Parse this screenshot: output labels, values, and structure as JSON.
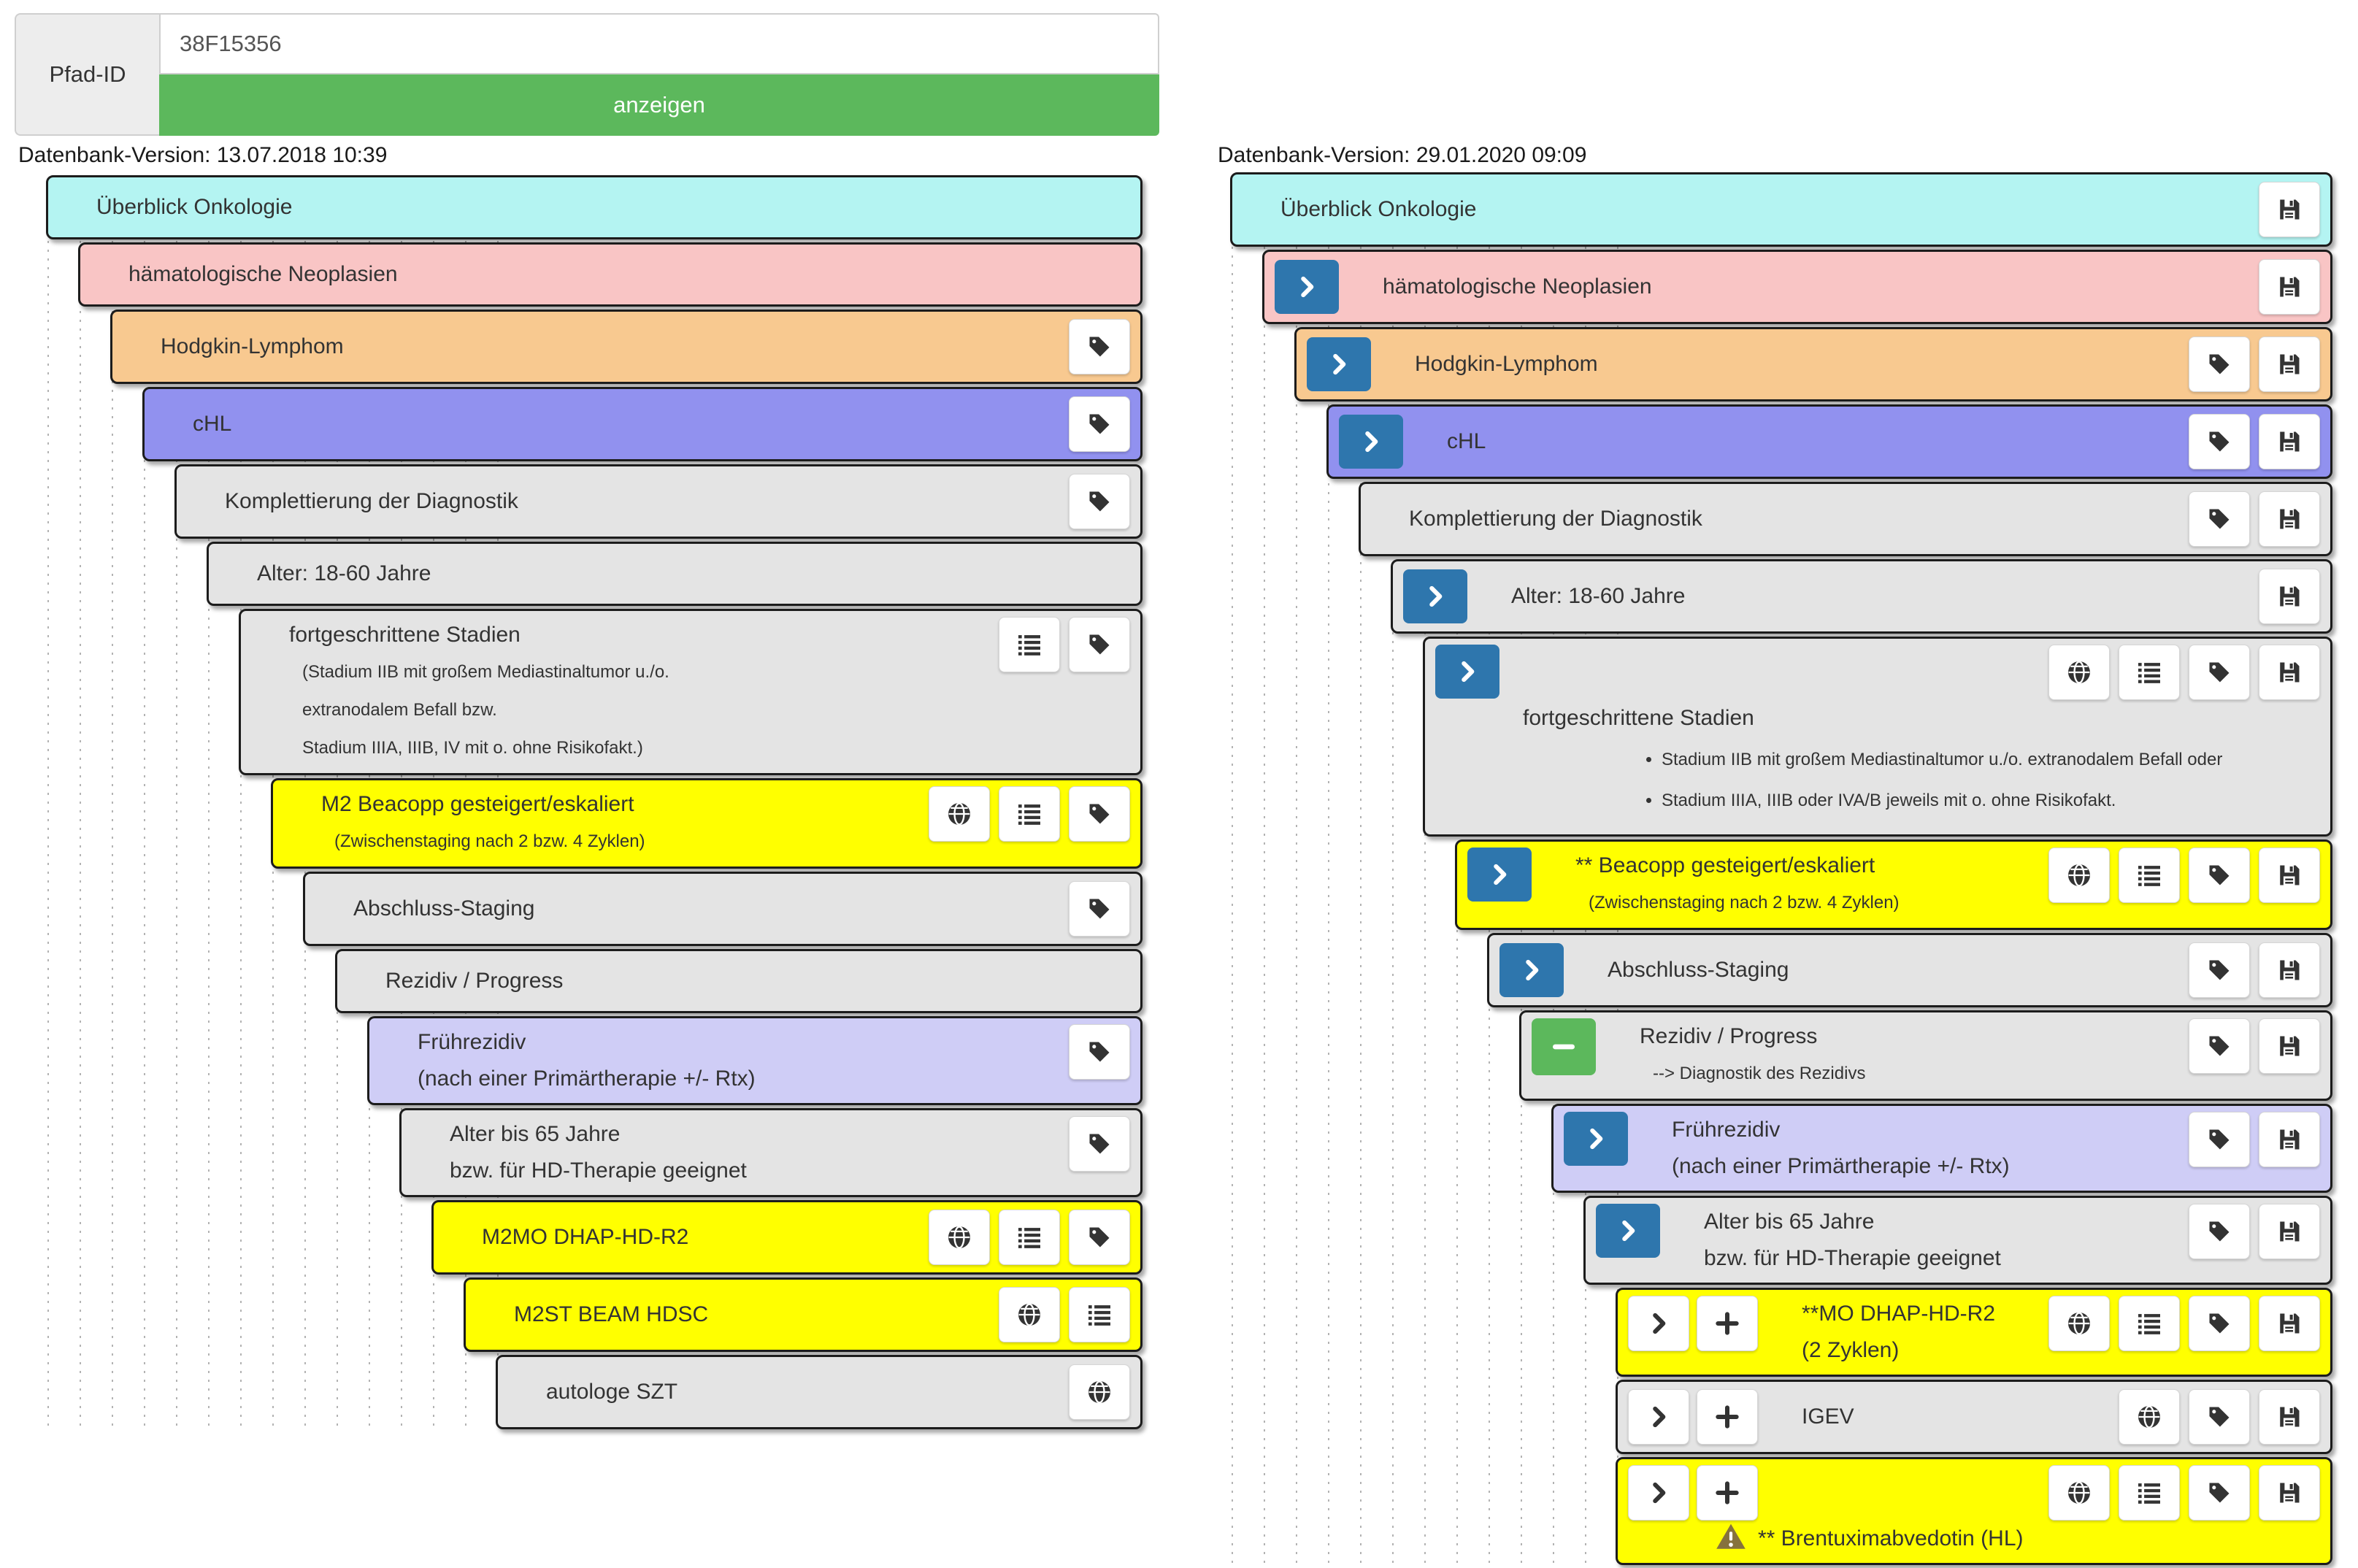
{
  "form": {
    "label": "Pfad-ID",
    "value": "38F15356",
    "button": "anzeigen"
  },
  "left_panel": {
    "version": "Datenbank-Version: 13.07.2018 10:39",
    "nodes": [
      {
        "level": 0,
        "color": "cyan",
        "title": "Überblick Onkologie"
      },
      {
        "level": 1,
        "color": "pink",
        "title": "hämatologische Neoplasien"
      },
      {
        "level": 2,
        "color": "orange",
        "title": "Hodgkin-Lymphom",
        "right_buttons": [
          "tag"
        ]
      },
      {
        "level": 3,
        "color": "purple",
        "title": "cHL",
        "right_buttons": [
          "tag"
        ]
      },
      {
        "level": 4,
        "color": "gray",
        "title": "Komplettierung der Diagnostik",
        "right_buttons": [
          "tag"
        ]
      },
      {
        "level": 5,
        "color": "gray",
        "title": "Alter: 18-60 Jahre"
      },
      {
        "level": 6,
        "color": "gray",
        "title": "fortgeschrittene Stadien",
        "right_buttons": [
          "list",
          "tag"
        ],
        "notes": [
          "(Stadium IIB mit großem Mediastinaltumor u./o.",
          "extranodalem Befall bzw.",
          "Stadium IIIA, IIIB, IV mit o. ohne Risikofakt.)"
        ]
      },
      {
        "level": 7,
        "color": "yellow",
        "title": "M2 Beacopp gesteigert/eskaliert",
        "right_buttons": [
          "globe",
          "list",
          "tag"
        ],
        "notes": [
          "(Zwischenstaging nach 2 bzw. 4 Zyklen)"
        ]
      },
      {
        "level": 8,
        "color": "gray",
        "title": "Abschluss-Staging",
        "right_buttons": [
          "tag"
        ]
      },
      {
        "level": 9,
        "color": "gray",
        "title": "Rezidiv / Progress"
      },
      {
        "level": 10,
        "color": "lavender",
        "title": "Frührezidiv",
        "title2": "(nach einer Primärtherapie +/- Rtx)",
        "right_buttons": [
          "tag"
        ]
      },
      {
        "level": 11,
        "color": "gray",
        "title": "Alter bis 65 Jahre",
        "title2": "bzw. für HD-Therapie geeignet",
        "right_buttons": [
          "tag"
        ]
      },
      {
        "level": 12,
        "color": "yellow",
        "title": "M2MO DHAP-HD-R2",
        "right_buttons": [
          "globe",
          "list",
          "tag"
        ]
      },
      {
        "level": 13,
        "color": "yellow",
        "title": "M2ST BEAM HDSC",
        "right_buttons": [
          "globe",
          "list"
        ]
      },
      {
        "level": 14,
        "color": "gray",
        "title": "autologe SZT",
        "right_buttons": [
          "globe"
        ]
      }
    ]
  },
  "right_panel": {
    "version": "Datenbank-Version: 29.01.2020 09:09",
    "nodes": [
      {
        "level": 0,
        "color": "cyan",
        "title": "Überblick Onkologie",
        "right_buttons": [
          "save"
        ]
      },
      {
        "level": 1,
        "color": "pink",
        "title": "hämatologische Neoplasien",
        "left_buttons": [
          "expand"
        ],
        "right_buttons": [
          "save"
        ]
      },
      {
        "level": 2,
        "color": "orange",
        "title": "Hodgkin-Lymphom",
        "left_buttons": [
          "expand"
        ],
        "right_buttons": [
          "tag",
          "save"
        ]
      },
      {
        "level": 3,
        "color": "purple",
        "title": "cHL",
        "left_buttons": [
          "expand"
        ],
        "right_buttons": [
          "tag",
          "save"
        ]
      },
      {
        "level": 4,
        "color": "gray",
        "title": "Komplettierung der Diagnostik",
        "right_buttons": [
          "tag",
          "save"
        ]
      },
      {
        "level": 5,
        "color": "gray",
        "title": "Alter: 18-60 Jahre",
        "left_buttons": [
          "expand"
        ],
        "right_buttons": [
          "save"
        ]
      },
      {
        "level": 6,
        "color": "gray",
        "title": "fortgeschrittene Stadien",
        "left_buttons": [
          "expand"
        ],
        "right_buttons": [
          "globe",
          "list",
          "tag",
          "save"
        ],
        "title_below": true,
        "bullets": [
          "Stadium IIB mit großem Mediastinaltumor u./o. extranodalem Befall oder",
          "Stadium IIIA, IIIB oder IVA/B jeweils mit o. ohne Risikofakt."
        ]
      },
      {
        "level": 7,
        "color": "yellow",
        "title": "** Beacopp gesteigert/eskaliert",
        "left_buttons": [
          "expand"
        ],
        "right_buttons": [
          "globe",
          "list",
          "tag",
          "save"
        ],
        "notes": [
          "(Zwischenstaging nach 2 bzw. 4 Zyklen)"
        ]
      },
      {
        "level": 8,
        "color": "gray",
        "title": "Abschluss-Staging",
        "left_buttons": [
          "expand"
        ],
        "right_buttons": [
          "tag",
          "save"
        ]
      },
      {
        "level": 9,
        "color": "gray",
        "title": "Rezidiv / Progress",
        "left_buttons": [
          "collapse"
        ],
        "right_buttons": [
          "tag",
          "save"
        ],
        "notes": [
          "--> Diagnostik des Rezidivs"
        ]
      },
      {
        "level": 10,
        "color": "lavender",
        "title": "Frührezidiv",
        "title2": "(nach einer Primärtherapie +/- Rtx)",
        "left_buttons": [
          "expand"
        ],
        "right_buttons": [
          "tag",
          "save"
        ]
      },
      {
        "level": 11,
        "color": "gray",
        "title": "Alter bis 65 Jahre",
        "title2": "bzw. für HD-Therapie geeignet",
        "left_buttons": [
          "expand"
        ],
        "right_buttons": [
          "tag",
          "save"
        ]
      },
      {
        "level": 12,
        "color": "yellow",
        "title": "**MO DHAP-HD-R2",
        "title2": "(2 Zyklen)",
        "left_buttons": [
          "expand-lite",
          "add"
        ],
        "right_buttons": [
          "globe",
          "list",
          "tag",
          "save"
        ]
      },
      {
        "level": 12,
        "color": "gray",
        "title": "IGEV",
        "left_buttons": [
          "expand-lite",
          "add"
        ],
        "right_buttons": [
          "globe",
          "tag",
          "save"
        ]
      },
      {
        "level": 12,
        "color": "yellow",
        "title": "** Brentuximabvedotin (HL)",
        "left_buttons": [
          "expand-lite",
          "add"
        ],
        "right_buttons": [
          "globe",
          "list",
          "tag",
          "save"
        ],
        "title_below": true,
        "warning": true
      }
    ]
  },
  "colors": {
    "node_cyan": "#b4f4f2",
    "node_pink": "#f9c5c5",
    "node_orange": "#f8c990",
    "node_purple": "#9191ef",
    "node_lavender": "#cfcdf6",
    "node_gray": "#e4e4e4",
    "node_yellow": "#ffff00",
    "accent_blue": "#2e76ad",
    "accent_green": "#5cb85c",
    "warning_olive": "#86723d",
    "text": "#333333"
  }
}
